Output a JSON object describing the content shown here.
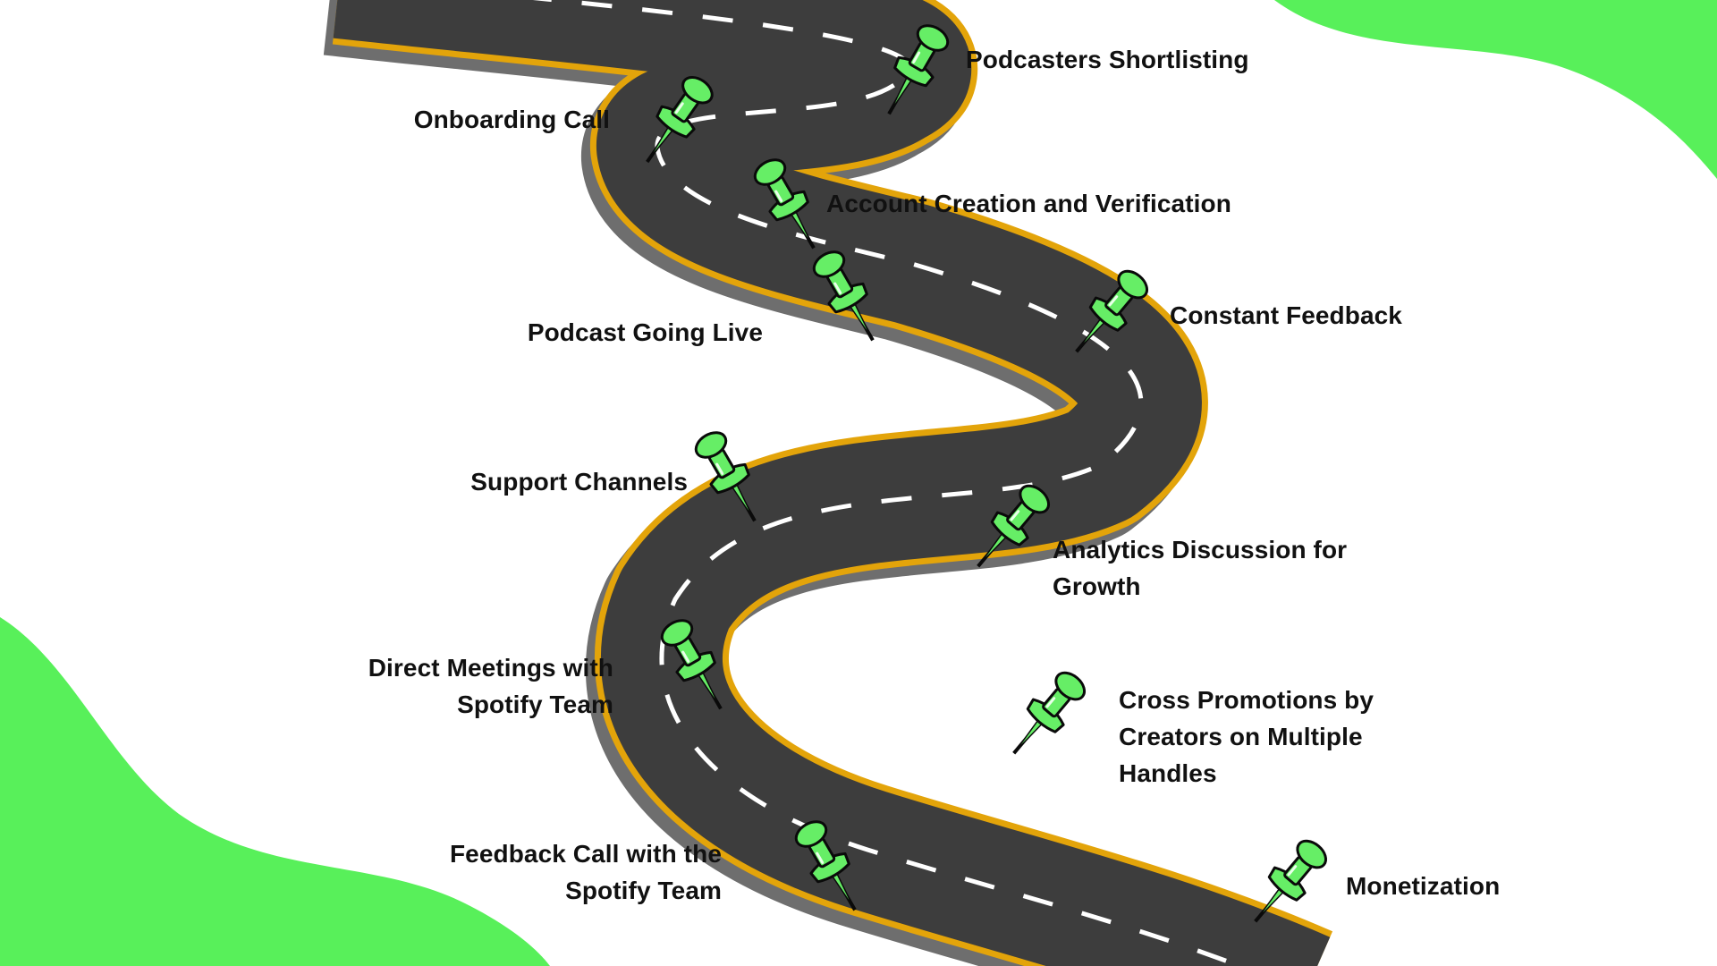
{
  "colors": {
    "background": "#ffffff",
    "blob": "#58f05a",
    "road": "#3d3d3d",
    "road_edge": "#e3a40a",
    "road_side": "#6e6e6e",
    "center_line": "#ffffff",
    "pin_fill": "#66ee66",
    "pin_stroke": "#0a0a0a",
    "label_text": "#111111"
  },
  "milestones": [
    {
      "id": "podcasters-shortlisting",
      "lines": [
        "Podcasters Shortlisting"
      ],
      "icon": "pushpin-icon"
    },
    {
      "id": "onboarding-call",
      "lines": [
        "Onboarding Call"
      ],
      "icon": "pushpin-icon"
    },
    {
      "id": "account-creation",
      "lines": [
        "Account Creation and Verification"
      ],
      "icon": "pushpin-icon"
    },
    {
      "id": "constant-feedback",
      "lines": [
        "Constant Feedback"
      ],
      "icon": "pushpin-icon"
    },
    {
      "id": "podcast-going-live",
      "lines": [
        "Podcast Going Live"
      ],
      "icon": "pushpin-icon"
    },
    {
      "id": "support-channels",
      "lines": [
        "Support Channels"
      ],
      "icon": "pushpin-icon"
    },
    {
      "id": "analytics-discussion",
      "lines": [
        "Analytics Discussion for",
        "Growth"
      ],
      "icon": "pushpin-icon"
    },
    {
      "id": "direct-meetings",
      "lines": [
        "Direct Meetings with",
        "Spotify Team"
      ],
      "icon": "pushpin-icon"
    },
    {
      "id": "cross-promotions",
      "lines": [
        "Cross Promotions by",
        "Creators on Multiple",
        "Handles"
      ],
      "icon": "pushpin-icon"
    },
    {
      "id": "feedback-call",
      "lines": [
        "Feedback Call with the",
        "Spotify Team"
      ],
      "icon": "pushpin-icon"
    },
    {
      "id": "monetization",
      "lines": [
        "Monetization"
      ],
      "icon": "pushpin-icon"
    }
  ]
}
